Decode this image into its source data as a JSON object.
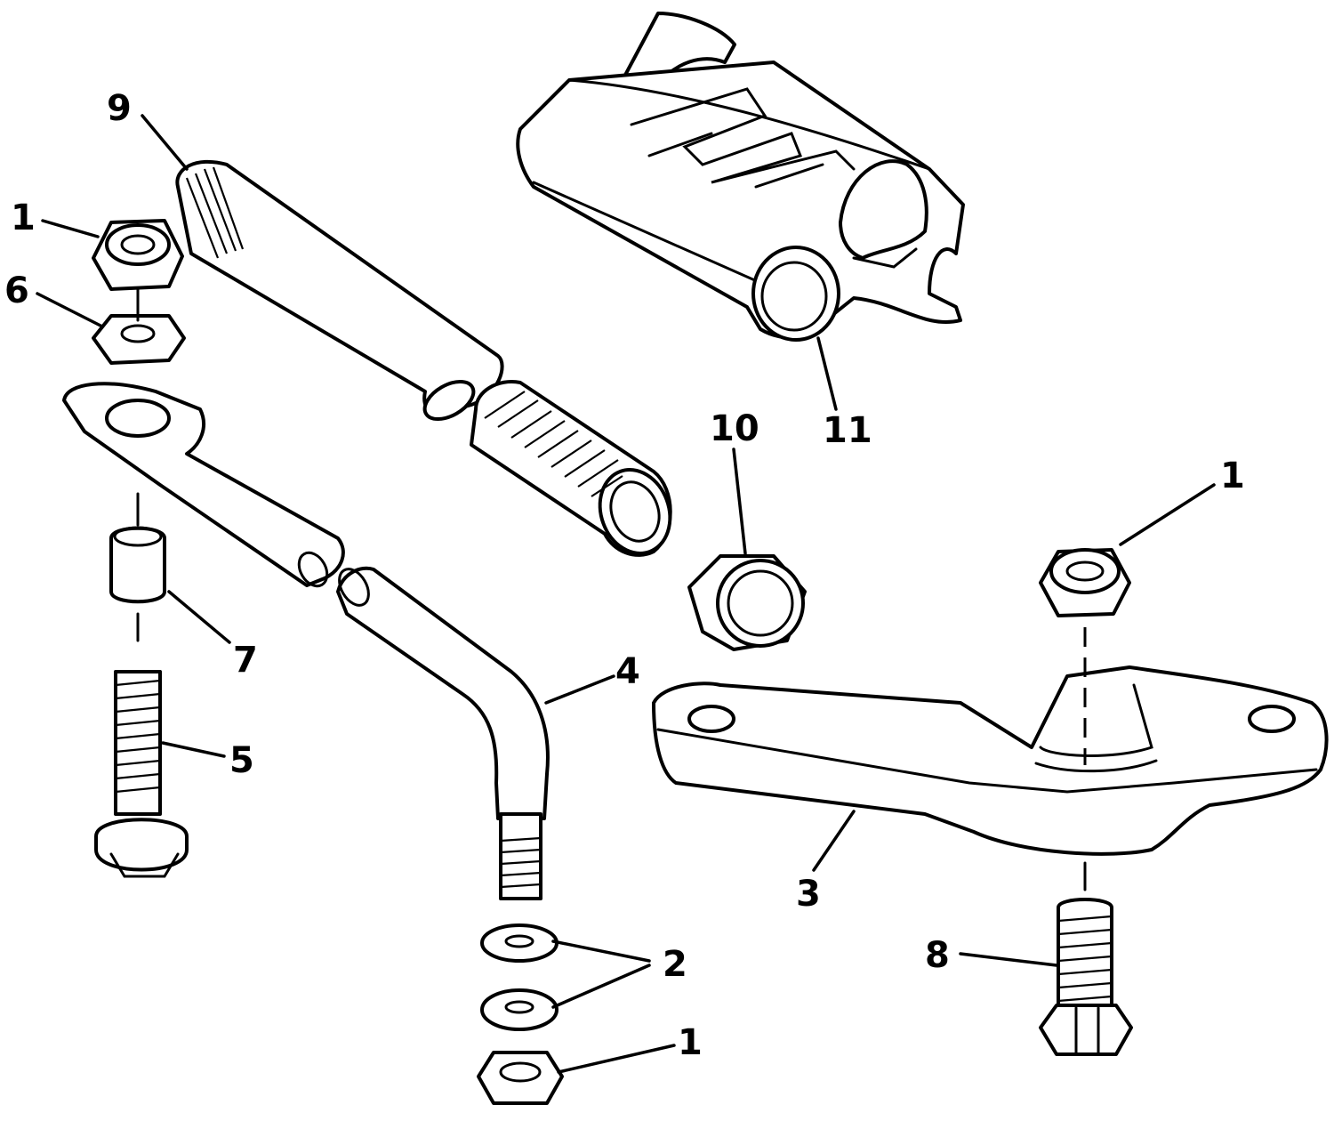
{
  "callouts": {
    "c9": "9",
    "c1a": "1",
    "c6": "6",
    "c10": "10",
    "c11": "11",
    "c1b": "1",
    "c7": "7",
    "c4": "4",
    "c5": "5",
    "c3": "3",
    "c2": "2",
    "c8": "8",
    "c1c": "1"
  }
}
